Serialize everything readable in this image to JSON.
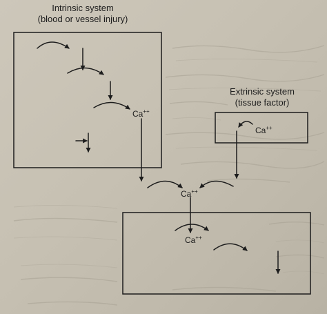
{
  "intrinsic": {
    "title": "Intrinsic system",
    "subtitle": "(blood or vessel injury)",
    "ion": "Ca",
    "charge": "++"
  },
  "extrinsic": {
    "title": "Extrinsic system",
    "subtitle": "(tissue factor)",
    "ion": "Ca",
    "charge": "++"
  },
  "junction": {
    "ion": "Ca",
    "charge": "++"
  },
  "common": {
    "ion": "Ca",
    "charge": "++"
  },
  "colors": {
    "ink": "#1d1d1d",
    "paper": "#c9c3b6",
    "bleed_text": "#9a9385"
  }
}
